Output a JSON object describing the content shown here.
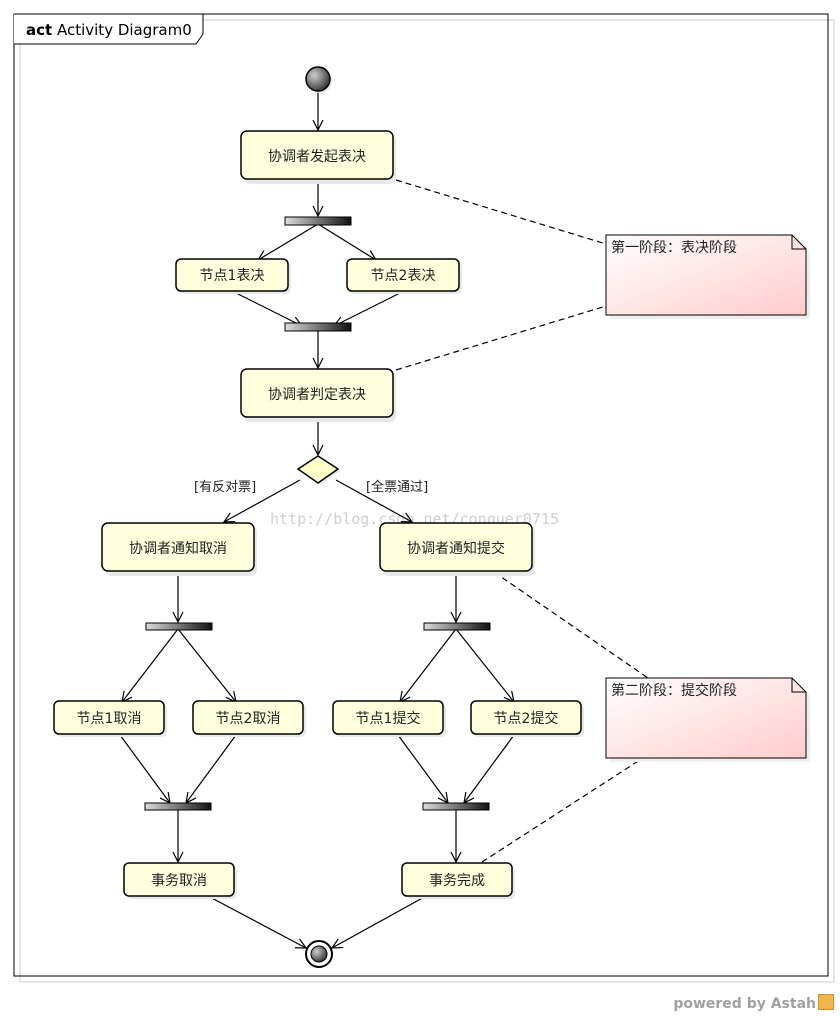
{
  "frame": {
    "keyword": "act",
    "title": "Activity Diagram0"
  },
  "nodes": {
    "initiate": "协调者发起表决",
    "vote1": "节点1表决",
    "vote2": "节点2表决",
    "judge": "协调者判定表决",
    "notify_cancel": "协调者通知取消",
    "notify_commit": "协调者通知提交",
    "cancel1": "节点1取消",
    "cancel2": "节点2取消",
    "commit1": "节点1提交",
    "commit2": "节点2提交",
    "tx_cancel": "事务取消",
    "tx_done": "事务完成"
  },
  "guards": {
    "cancel": "[有反对票]",
    "commit": "[全票通过]"
  },
  "notes": {
    "phase1": "第一阶段：表决阶段",
    "phase2": "第二阶段：提交阶段"
  },
  "watermark": "http://blog.csdn.net/conquer0715",
  "footer": "powered by Astah",
  "colors": {
    "node_fill": "#ffffdd",
    "note_fill_start": "#ffffff",
    "note_fill_end": "#ffd0d0",
    "bar": "#333333"
  }
}
